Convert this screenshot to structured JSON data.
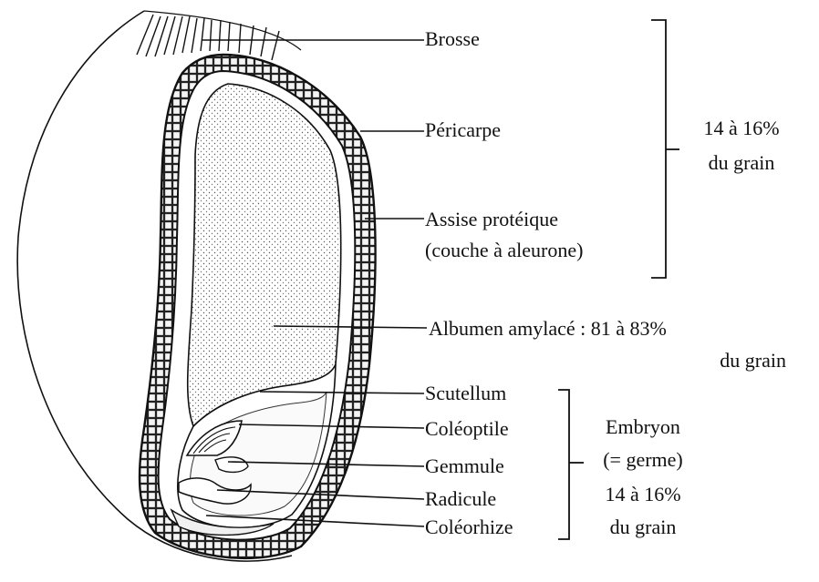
{
  "labels": {
    "brosse": "Brosse",
    "pericarpe": "Péricarpe",
    "assise_line1": "Assise protéique",
    "assise_line2": "(couche à aleurone)",
    "albumen_line1": "Albumen amylacé : 81 à 83%",
    "albumen_line2": "du grain",
    "scutellum": "Scutellum",
    "coleoptile": "Coléoptile",
    "gemmule": "Gemmule",
    "radicule": "Radicule",
    "coleorhize": "Coléorhize"
  },
  "groups": {
    "envelope": {
      "line1": "14 à 16%",
      "line2": "du grain"
    },
    "embryo": {
      "line1": "Embryon",
      "line2": "(= germe)",
      "line3": "14 à 16%",
      "line4": "du grain"
    }
  }
}
